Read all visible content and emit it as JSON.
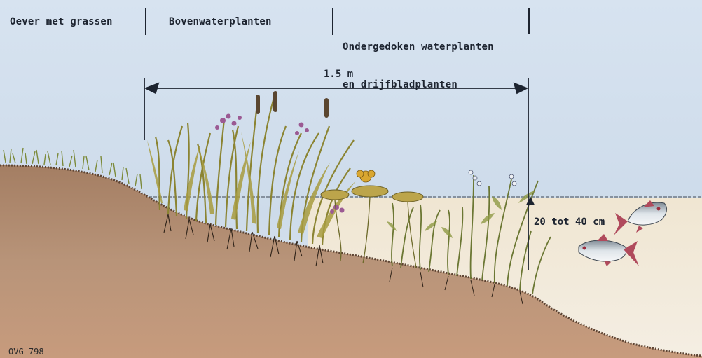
{
  "zones": [
    {
      "id": "bank",
      "lines": [
        "Oever met grassen"
      ]
    },
    {
      "id": "emergent",
      "lines": [
        "Bovenwaterplanten"
      ]
    },
    {
      "id": "submerged",
      "lines": [
        "Ondergedoken waterplanten",
        "en drijfbladplanten"
      ]
    }
  ],
  "width_label": "1.5 m",
  "depth_label": "20 tot 40 cm",
  "figure_code": "OVG 798",
  "colors": {
    "sky": "#c9d9ea",
    "water": "#f1eadb",
    "soil": "#b58f74",
    "plant": "#a39a3c",
    "ink": "#1d2430"
  }
}
